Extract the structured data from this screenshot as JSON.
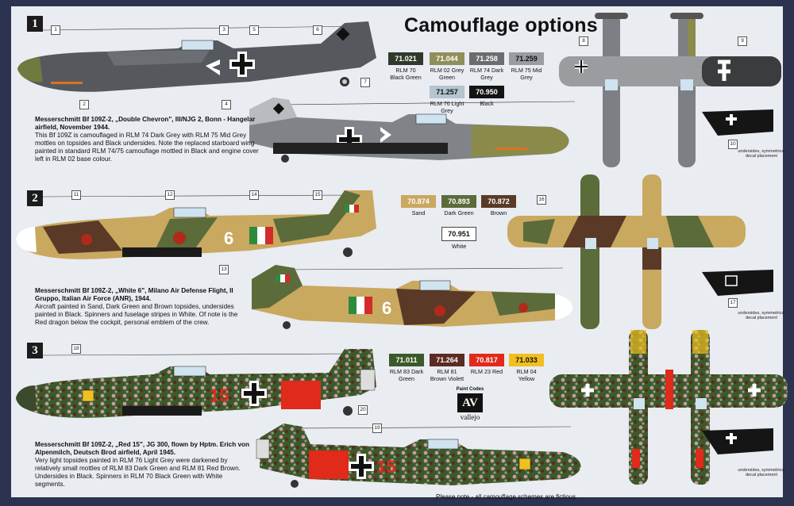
{
  "title": "Camouflage options",
  "note": "Please note - all camouflage schemes are fictious.",
  "underside_note": "undersides, symmetrical decal placement",
  "paint_codes_label": "Paint Codes",
  "brand": "vallejo",
  "brand_logo": "AV",
  "callout_numbers": [
    "1",
    "2",
    "3",
    "4",
    "5",
    "6",
    "7",
    "8",
    "9",
    "10",
    "11",
    "12",
    "13",
    "14",
    "15",
    "16",
    "17",
    "18",
    "19",
    "20"
  ],
  "fuselage_code": "6",
  "fuselage_code_3": "15",
  "options": [
    {
      "number": "1",
      "title": "Messerschmitt Bf 109Z-2, „Double Chevron\", III/NJG 2, Bonn - Hangelar airfield, November 1944.",
      "body": "This Bf 109Z is camouflaged in RLM 74 Dark Grey with RLM 75 Mid Grey mottles on topsides and Black undersides. Note the replaced starboard wing painted in standard RLM 74/75 camouflage mottled in Black and engine cover left in RLM 02 base colour.",
      "colors": [
        {
          "code": "71.021",
          "name": "RLM 70 Black Green",
          "hex": "#2f3a2c"
        },
        {
          "code": "71.044",
          "name": "RLM 02 Grey Green",
          "hex": "#8f8f5a"
        },
        {
          "code": "71.258",
          "name": "RLM 74 Dark Grey",
          "hex": "#6a6d70"
        },
        {
          "code": "71.259",
          "name": "RLM 75 Mid Grey",
          "hex": "#9a9ca0"
        },
        {
          "code": "71.257",
          "name": "RLM 76 Light Grey",
          "hex": "#b4c4d0"
        },
        {
          "code": "70.950",
          "name": "Black",
          "hex": "#141414"
        }
      ]
    },
    {
      "number": "2",
      "title": "Messerschmitt Bf 109Z-2, „White 6\", Milano Air Defense Flight, II Gruppo, Italian Air Force (ANR), 1944.",
      "body": "Aircraft painted in Sand, Dark Green and Brown topsides, undersides painted in Black. Spinners and fuselage stripes in White. Of note is the Red dragon below the cockpit, personal emblem of the crew.",
      "colors": [
        {
          "code": "70.874",
          "name": "Sand",
          "hex": "#c9a860"
        },
        {
          "code": "70.893",
          "name": "Dark Green",
          "hex": "#5b6b3a"
        },
        {
          "code": "70.872",
          "name": "Brown",
          "hex": "#5a3a26"
        },
        {
          "code": "70.951",
          "name": "White",
          "hex": "#ffffff"
        }
      ]
    },
    {
      "number": "3",
      "title": "Messerschmitt Bf 109Z-2, „Red 15\", JG 300, flown by Hptm. Erich von Alpenmilch, Deutsch Brod airfield, April 1945.",
      "body": "Very light topsides painted in RLM 76 Light Grey were darkened by relatively small mottles of RLM 83 Dark Green and RLM 81 Red Brown. Undersides in Black. Spinners in RLM 70 Black Green with White segments.",
      "colors": [
        {
          "code": "71.011",
          "name": "RLM 83 Dark Green",
          "hex": "#3b5a2a"
        },
        {
          "code": "71.264",
          "name": "RLM 81 Brown Violett",
          "hex": "#5b2a22"
        },
        {
          "code": "70.817",
          "name": "RLM 23 Red",
          "hex": "#e02a1a"
        },
        {
          "code": "71.033",
          "name": "RLM 04 Yellow",
          "hex": "#f0c020"
        }
      ]
    }
  ]
}
